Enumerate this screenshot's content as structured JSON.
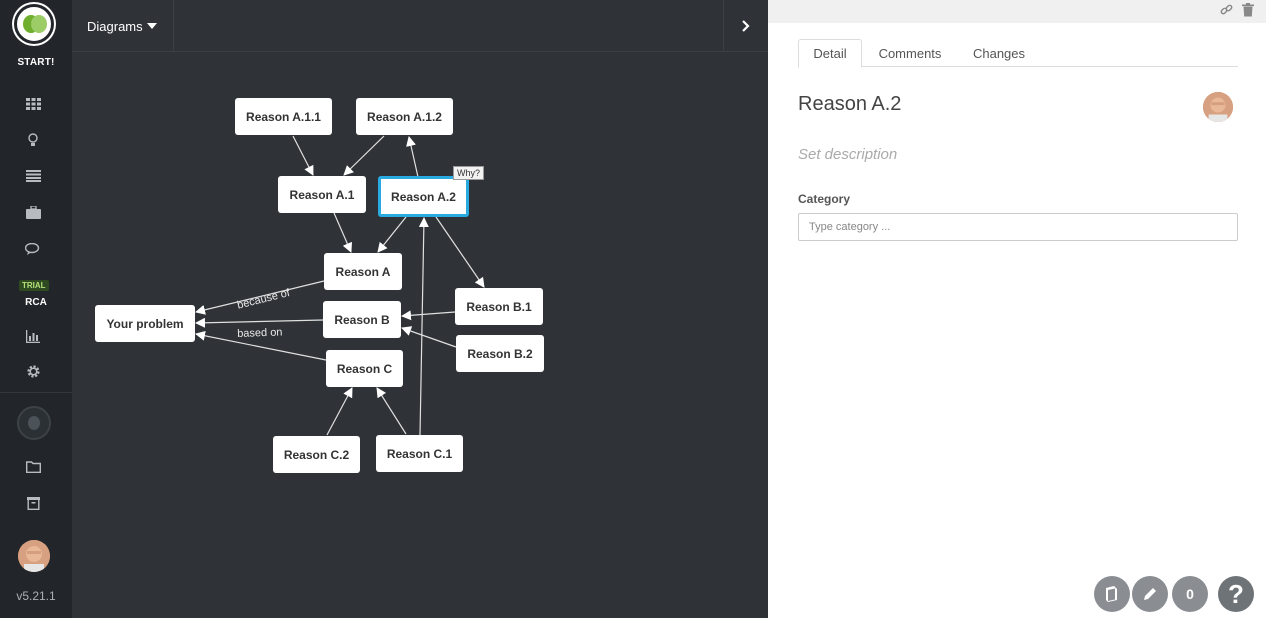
{
  "sidebar": {
    "start_label": "START!",
    "trial_badge": "TRIAL",
    "rca_label": "RCA",
    "version": "v5.21.1",
    "icons": [
      "grid-icon",
      "lightbulb-icon",
      "list-icon",
      "briefcase-icon",
      "chat-icon",
      "bar-chart-icon",
      "gear-icon",
      "folder-icon",
      "archive-icon"
    ]
  },
  "toolbar": {
    "diagrams_label": "Diagrams",
    "collapse_glyph": "❯"
  },
  "diagram": {
    "nodes": {
      "a11": "Reason A.1.1",
      "a12": "Reason A.1.2",
      "a1": "Reason A.1",
      "a2": "Reason A.2",
      "a": "Reason A",
      "b": "Reason B",
      "c": "Reason C",
      "b1": "Reason B.1",
      "b2": "Reason B.2",
      "c1": "Reason C.1",
      "c2": "Reason C.2",
      "problem": "Your problem"
    },
    "why_tooltip": "Why?",
    "edge_labels": {
      "because_of": "because of",
      "based_on": "based on"
    }
  },
  "panel": {
    "tabs": [
      "Detail",
      "Comments",
      "Changes"
    ],
    "active_tab": "Detail",
    "title": "Reason A.2",
    "description_placeholder": "Set description",
    "category_label": "Category",
    "category_placeholder": "Type category ...",
    "fab_count": "0",
    "help_glyph": "?"
  }
}
